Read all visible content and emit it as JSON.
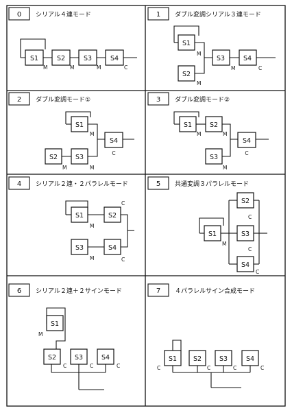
{
  "panels": [
    {
      "num": "0",
      "title": "シリアル４連モード"
    },
    {
      "num": "1",
      "title": "ダブル変調シリアル３連モード"
    },
    {
      "num": "2",
      "title": "ダブル変調モード①"
    },
    {
      "num": "3",
      "title": "ダブル変調モード②"
    },
    {
      "num": "4",
      "title": "シリアル２連・２パラレルモード"
    },
    {
      "num": "5",
      "title": "共通変調３パラレルモード"
    },
    {
      "num": "6",
      "title": "シリアル２連＋２サインモード"
    },
    {
      "num": "7",
      "title": "４パラレルサイン合成モード"
    }
  ],
  "module_labels": {
    "s1": "S1",
    "s2": "S2",
    "s3": "S3",
    "s4": "S4"
  },
  "port_labels": {
    "modulator": "M",
    "carrier": "C"
  }
}
